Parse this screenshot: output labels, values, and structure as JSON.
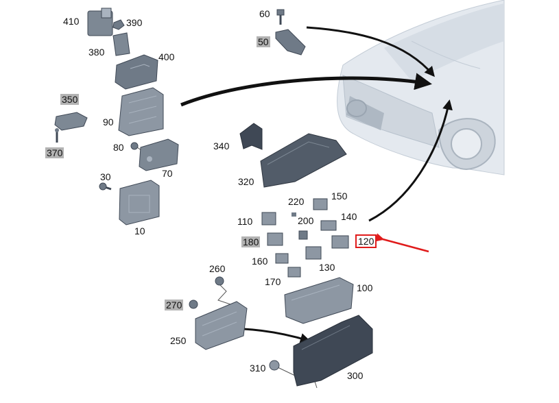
{
  "labels": {
    "p410": "410",
    "p390": "390",
    "p380": "380",
    "p400": "400",
    "p350": "350",
    "p90": "90",
    "p370": "370",
    "p80": "80",
    "p70": "70",
    "p30": "30",
    "p10": "10",
    "p60": "60",
    "p50": "50",
    "p340": "340",
    "p320": "320",
    "p220": "220",
    "p150": "150",
    "p110": "110",
    "p200": "200",
    "p140": "140",
    "p180": "180",
    "p120": "120",
    "p160": "160",
    "p130": "130",
    "p170": "170",
    "p260": "260",
    "p100": "100",
    "p270": "270",
    "p250": "250",
    "p310": "310",
    "p300": "300"
  },
  "highlighted_part": "120",
  "grey_tagged_parts": [
    "350",
    "370",
    "50",
    "180",
    "270"
  ],
  "colors": {
    "part_fill": "#6f7a87",
    "part_dark": "#3f4855",
    "part_light": "#a9b3bf",
    "car_fill": "#dfe5ec",
    "car_line": "#b9c3ce",
    "arrow": "#111111",
    "highlight": "#e01b1b",
    "grey_tag": "#b3b3b3"
  }
}
